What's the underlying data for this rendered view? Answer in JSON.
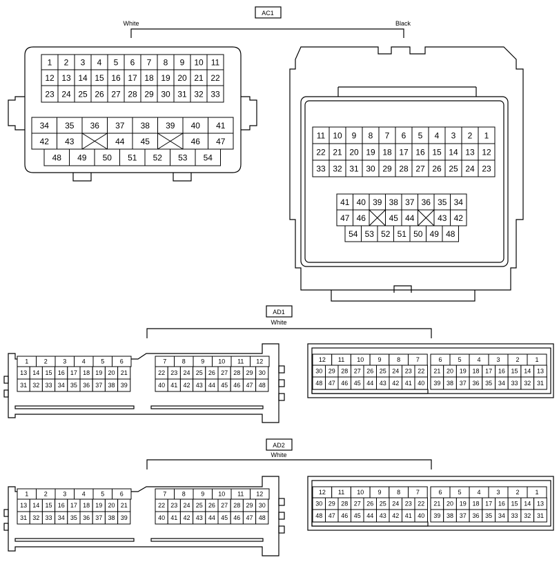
{
  "connectors": {
    "ac1": {
      "label": "AC1",
      "left_color": "White",
      "right_color": "Black",
      "face_rows": [
        [
          "1",
          "2",
          "3",
          "4",
          "5",
          "6",
          "7",
          "8",
          "9",
          "10",
          "11"
        ],
        [
          "12",
          "13",
          "14",
          "15",
          "16",
          "17",
          "18",
          "19",
          "20",
          "21",
          "22"
        ],
        [
          "23",
          "24",
          "25",
          "26",
          "27",
          "28",
          "29",
          "30",
          "31",
          "32",
          "33"
        ]
      ],
      "lower_rows": [
        [
          "34",
          "35",
          "36",
          "37",
          "38",
          "39",
          "40",
          "41"
        ],
        [
          "42",
          "43",
          "X",
          "44",
          "45",
          "X",
          "46",
          "47"
        ],
        [
          "48",
          "49",
          "50",
          "51",
          "52",
          "53",
          "54"
        ]
      ],
      "right_face_rows": [
        [
          "11",
          "10",
          "9",
          "8",
          "7",
          "6",
          "5",
          "4",
          "3",
          "2",
          "1"
        ],
        [
          "22",
          "21",
          "20",
          "19",
          "18",
          "17",
          "16",
          "15",
          "14",
          "13",
          "12"
        ],
        [
          "33",
          "32",
          "31",
          "30",
          "29",
          "28",
          "27",
          "26",
          "25",
          "24",
          "23"
        ]
      ],
      "right_lower_rows": [
        [
          "41",
          "40",
          "39",
          "38",
          "37",
          "36",
          "35",
          "34"
        ],
        [
          "47",
          "46",
          "X",
          "45",
          "44",
          "X",
          "43",
          "42"
        ],
        [
          "54",
          "53",
          "52",
          "51",
          "50",
          "49",
          "48"
        ]
      ]
    },
    "ad1": {
      "label": "AD1",
      "color": "White",
      "left_a": [
        [
          "1",
          "2",
          "3",
          "4",
          "5",
          "6"
        ],
        [
          "13",
          "14",
          "15",
          "16",
          "17",
          "18",
          "19",
          "20",
          "21"
        ],
        [
          "31",
          "32",
          "33",
          "34",
          "35",
          "36",
          "37",
          "38",
          "39"
        ]
      ],
      "left_b": [
        [
          "7",
          "8",
          "9",
          "10",
          "11",
          "12"
        ],
        [
          "22",
          "23",
          "24",
          "25",
          "26",
          "27",
          "28",
          "29",
          "30"
        ],
        [
          "40",
          "41",
          "42",
          "43",
          "44",
          "45",
          "46",
          "47",
          "48"
        ]
      ],
      "right_a": [
        [
          "12",
          "11",
          "10",
          "9",
          "8",
          "7"
        ],
        [
          "30",
          "29",
          "28",
          "27",
          "26",
          "25",
          "24",
          "23",
          "22"
        ],
        [
          "48",
          "47",
          "46",
          "45",
          "44",
          "43",
          "42",
          "41",
          "40"
        ]
      ],
      "right_b": [
        [
          "6",
          "5",
          "4",
          "3",
          "2",
          "1"
        ],
        [
          "21",
          "20",
          "19",
          "18",
          "17",
          "16",
          "15",
          "14",
          "13"
        ],
        [
          "39",
          "38",
          "37",
          "36",
          "35",
          "34",
          "33",
          "32",
          "31"
        ]
      ]
    },
    "ad2": {
      "label": "AD2",
      "color": "White",
      "left_a": [
        [
          "1",
          "2",
          "3",
          "4",
          "5",
          "6"
        ],
        [
          "13",
          "14",
          "15",
          "16",
          "17",
          "18",
          "19",
          "20",
          "21"
        ],
        [
          "31",
          "32",
          "33",
          "34",
          "35",
          "36",
          "37",
          "38",
          "39"
        ]
      ],
      "left_b": [
        [
          "7",
          "8",
          "9",
          "10",
          "11",
          "12"
        ],
        [
          "22",
          "23",
          "24",
          "25",
          "26",
          "27",
          "28",
          "29",
          "30"
        ],
        [
          "40",
          "41",
          "42",
          "43",
          "44",
          "45",
          "46",
          "47",
          "48"
        ]
      ],
      "right_a": [
        [
          "12",
          "11",
          "10",
          "9",
          "8",
          "7"
        ],
        [
          "30",
          "29",
          "28",
          "27",
          "26",
          "25",
          "24",
          "23",
          "22"
        ],
        [
          "48",
          "47",
          "46",
          "45",
          "44",
          "43",
          "42",
          "41",
          "40"
        ]
      ],
      "right_b": [
        [
          "6",
          "5",
          "4",
          "3",
          "2",
          "1"
        ],
        [
          "21",
          "20",
          "19",
          "18",
          "17",
          "16",
          "15",
          "14",
          "13"
        ],
        [
          "39",
          "38",
          "37",
          "36",
          "35",
          "34",
          "33",
          "32",
          "31"
        ]
      ]
    }
  }
}
